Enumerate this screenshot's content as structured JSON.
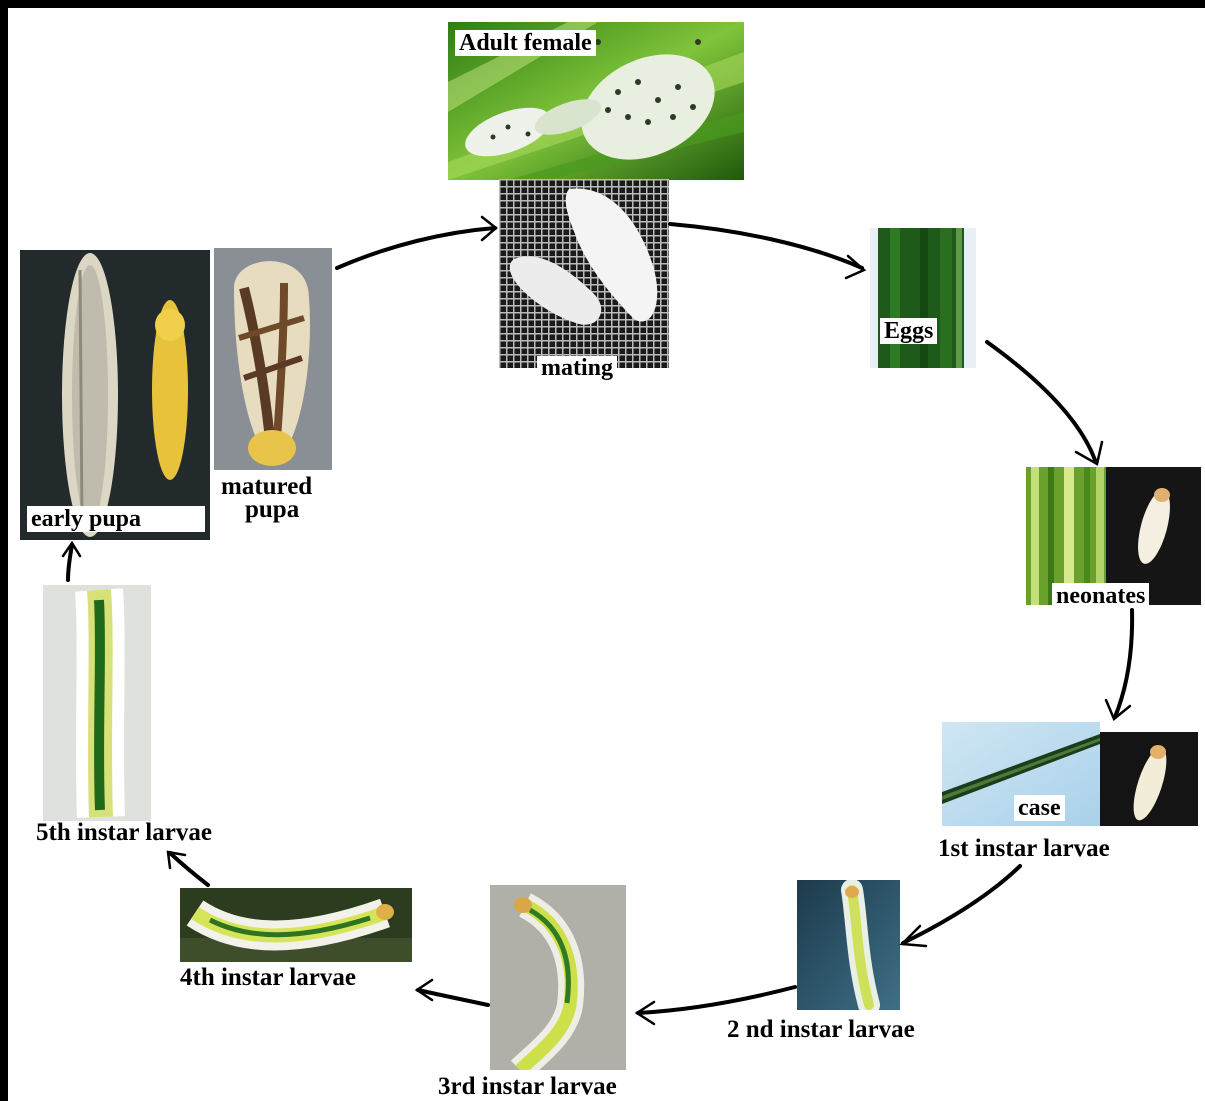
{
  "stages": {
    "adult_female": "Adult female",
    "mating": "mating",
    "eggs": "Eggs",
    "neonates": "neonates",
    "case": "case",
    "first_instar": "1st instar larvae",
    "second_instar": "2 nd instar larvae",
    "third_instar": "3rd instar larvae",
    "fourth_instar": "4th instar larvae",
    "fifth_instar": "5th instar larvae",
    "early_pupa": "early pupa",
    "matured_pupa_line1": "matured",
    "matured_pupa_line2": "pupa"
  }
}
